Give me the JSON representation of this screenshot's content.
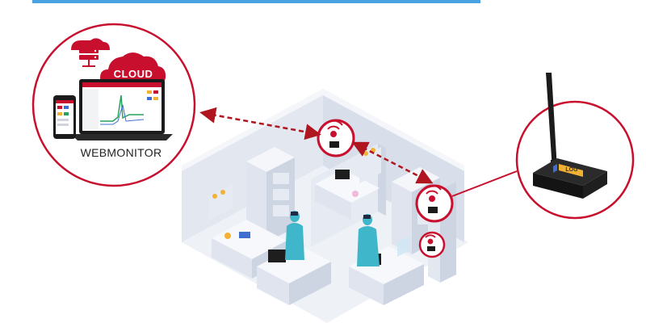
{
  "labels": {
    "cloud": "CLOUD",
    "webmonitor": "WEBMONITOR",
    "device_tag": "LOG"
  },
  "colors": {
    "accent_red": "#c8102e",
    "link_red": "#b0161f",
    "top_bar_blue": "#4aa3e0",
    "room_wall": "#e7ebf3",
    "room_floor": "#f1f3f8",
    "cabinet": "#dfe4ee",
    "technician_suit": "#3fb6c9",
    "device_body": "#1b1b1b",
    "device_tag": "#f2b233"
  },
  "icons": [
    "server-icon",
    "cloud-icon",
    "wireless-signal-icon",
    "laptop-icon",
    "smartphone-icon",
    "antenna-icon"
  ]
}
